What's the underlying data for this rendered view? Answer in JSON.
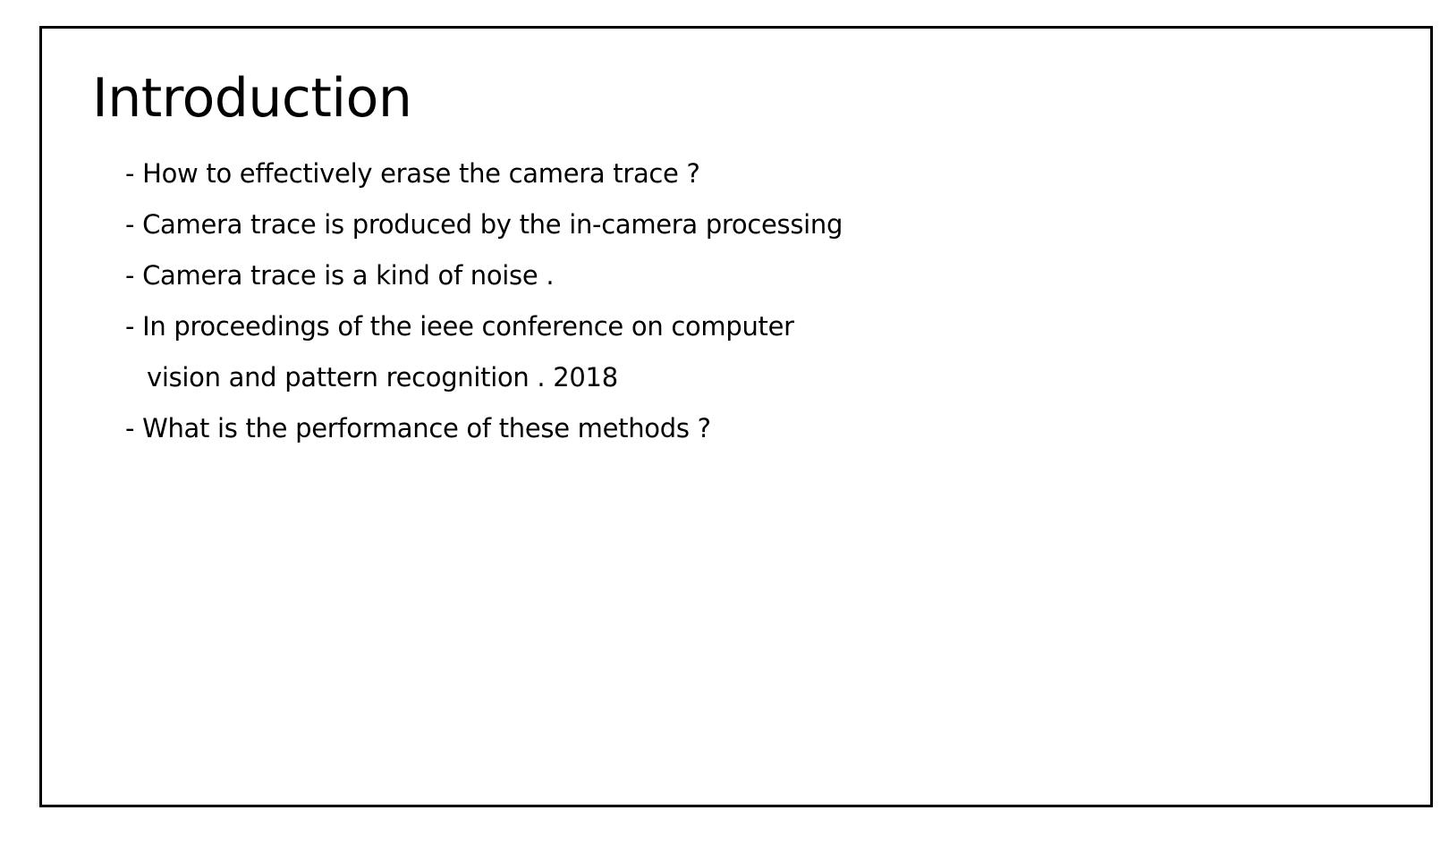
{
  "slide": {
    "title": "Introduction",
    "lines": [
      {
        "text": "- How to effectively erase the camera trace ?",
        "continuation": false
      },
      {
        "text": "- Camera trace is produced by the in-camera processing",
        "continuation": false
      },
      {
        "text": "- Camera trace is a kind of noise .",
        "continuation": false
      },
      {
        "text": "- In proceedings of the ieee conference on computer",
        "continuation": false
      },
      {
        "text": "vision and pattern recognition . 2018",
        "continuation": true
      },
      {
        "text": "- What is the performance of these methods ?",
        "continuation": false
      }
    ]
  }
}
